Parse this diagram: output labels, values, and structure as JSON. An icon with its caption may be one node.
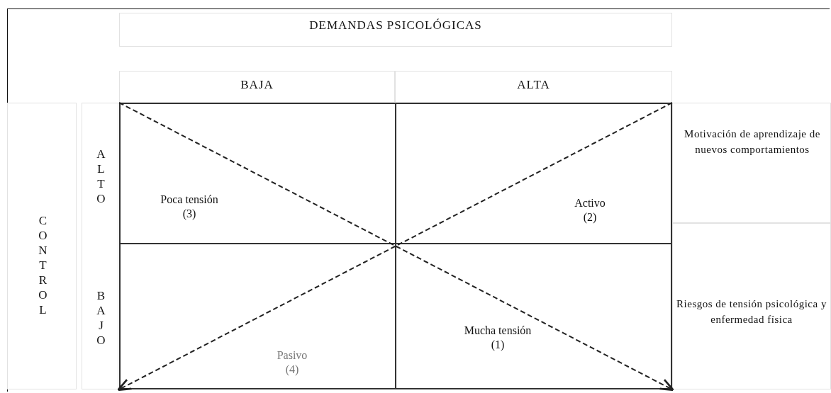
{
  "diagram": {
    "nodes": [
      {
        "text": [
          "Poca tensión",
          "(3)"
        ]
      },
      {
        "text": [
          "Activo",
          "(2)"
        ]
      },
      {
        "text": [
          "Pasivo",
          "(4)"
        ]
      },
      {
        "text": [
          "Mucha tensión",
          "(1)"
        ]
      }
    ],
    "edges": [
      {
        "from": 0,
        "to": 3,
        "arrow": "to",
        "style": "dashed"
      },
      {
        "from": 1,
        "to": 2,
        "arrow": "to",
        "style": "dashed"
      }
    ],
    "labels": [
      "DEMANDAS PSICOLÓGICAS",
      "BAJA",
      "ALTA",
      "CONTROL",
      "ALTO",
      "Motivación de aprendizaje de nuevos comportamientos",
      "BAJO",
      "Riesgos de tensión psicológica y enfermedad física"
    ]
  }
}
